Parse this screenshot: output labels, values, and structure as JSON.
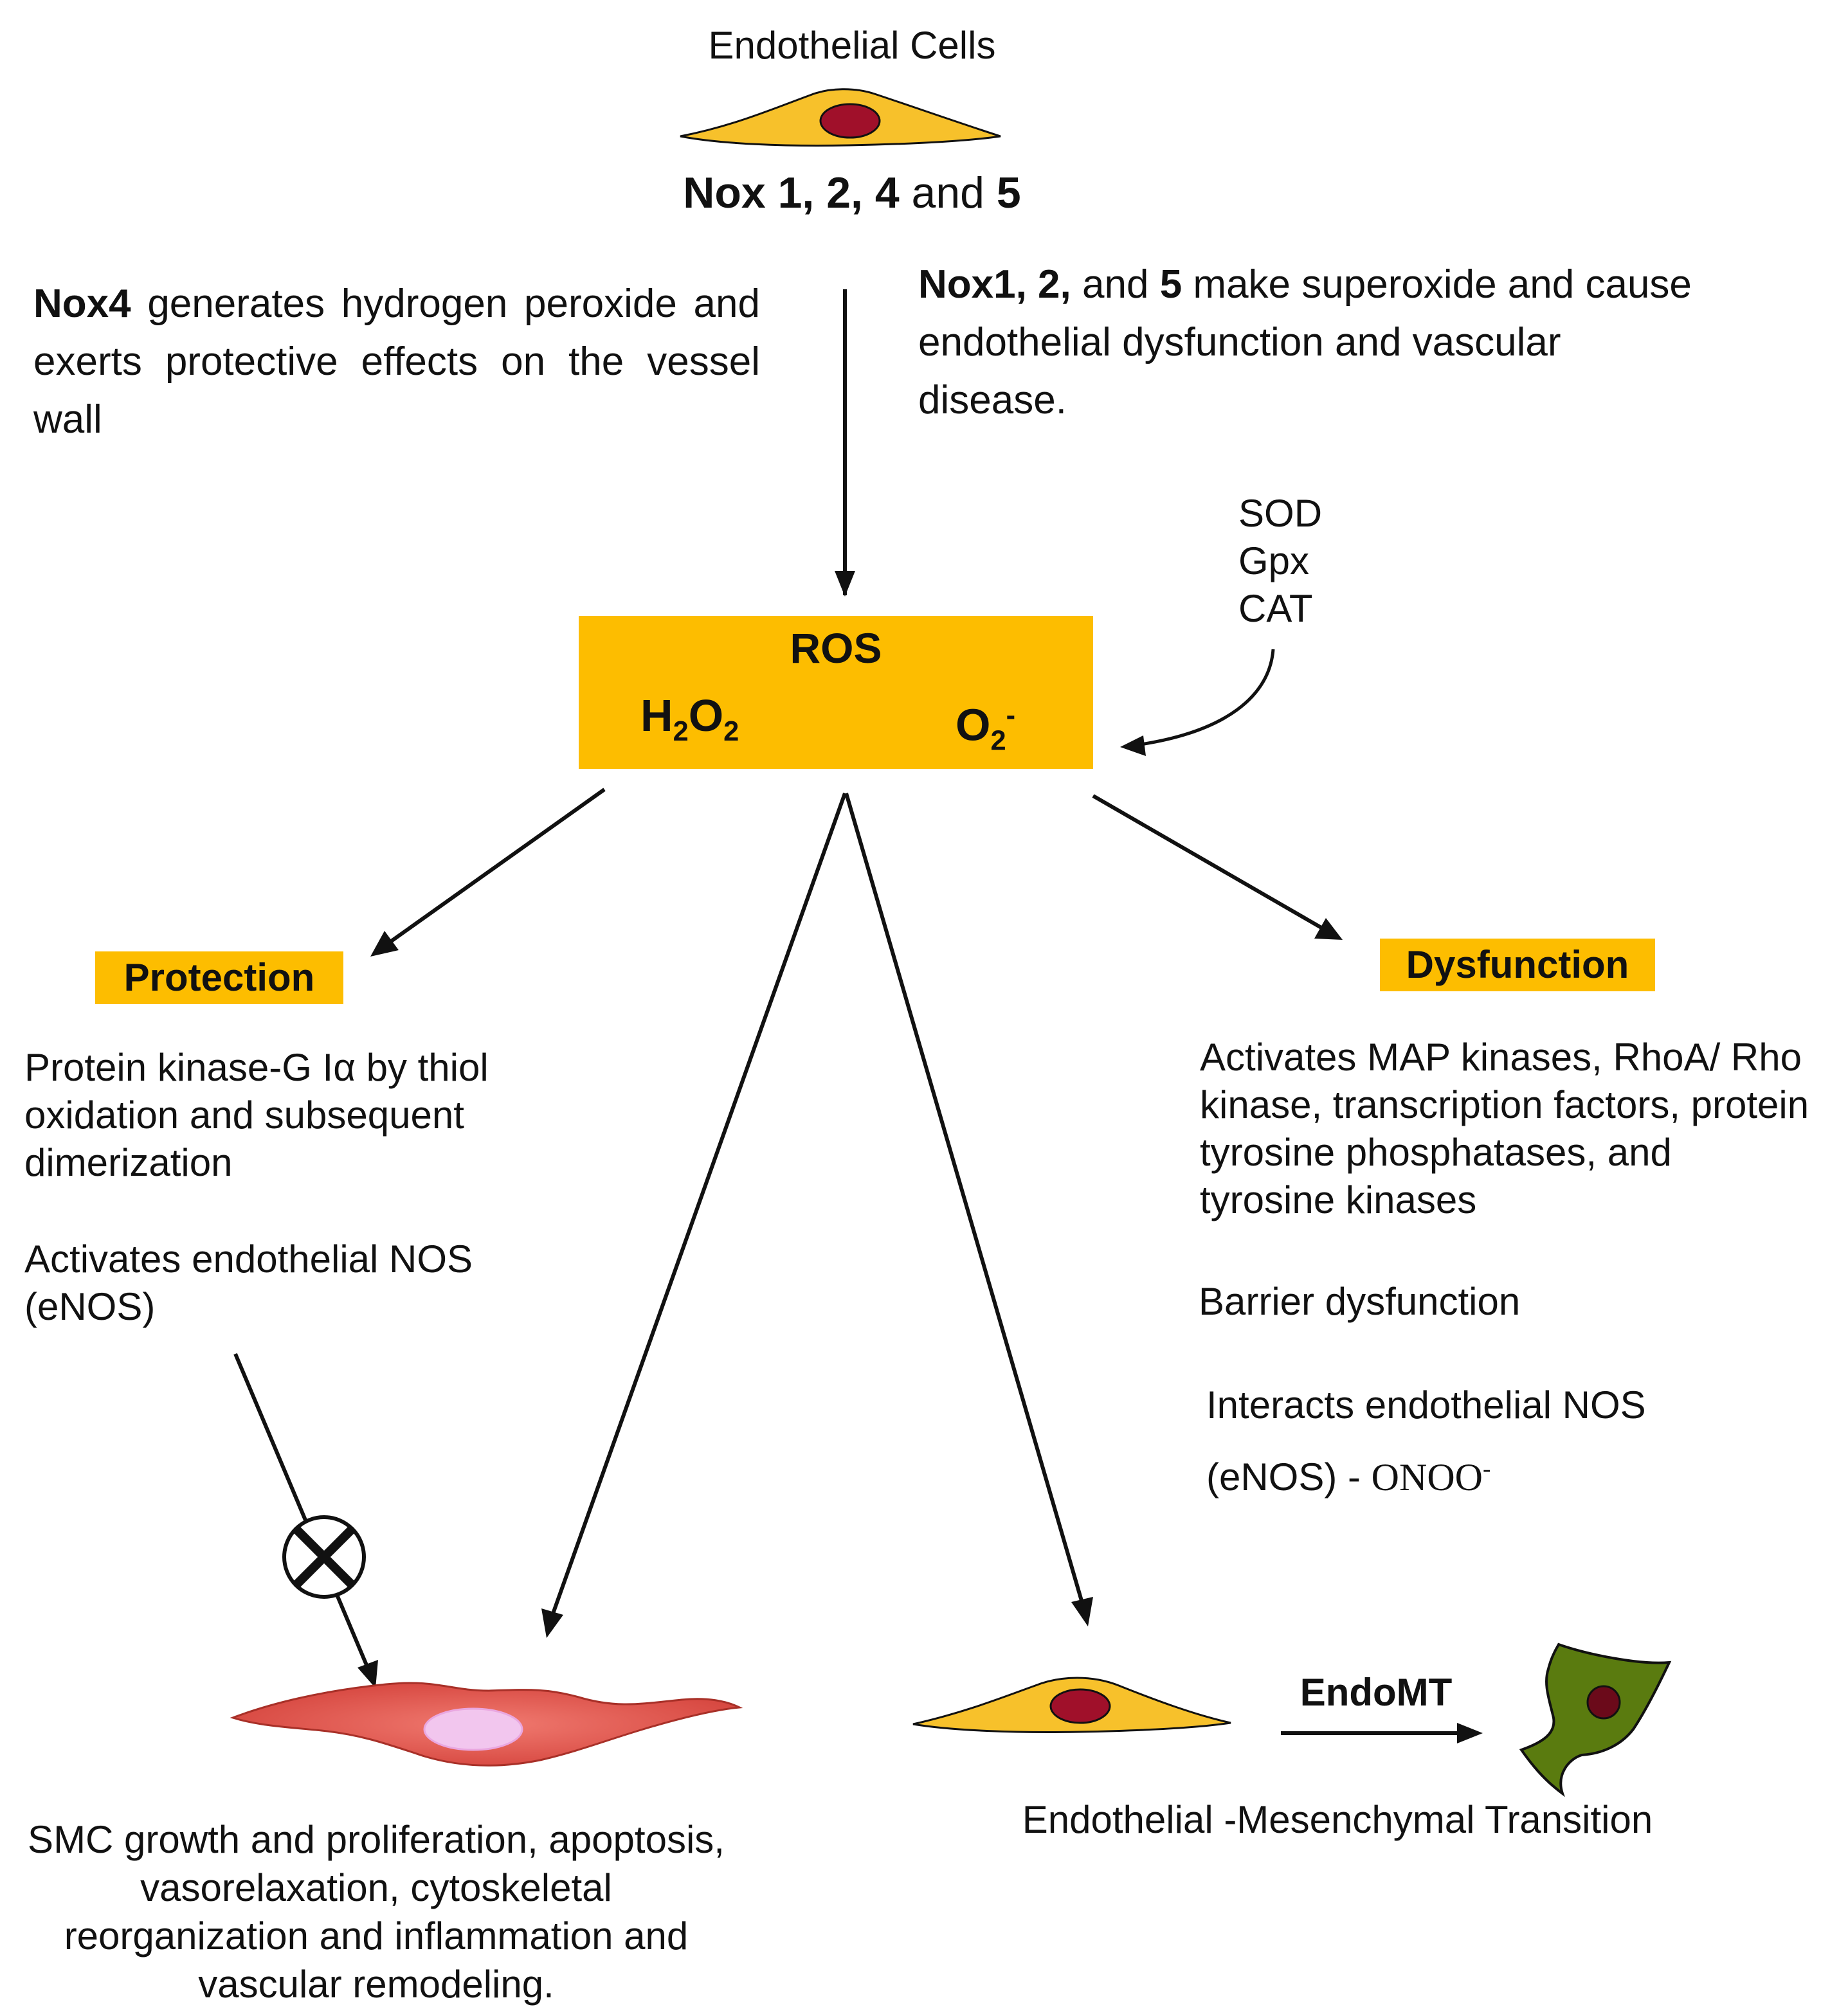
{
  "header": {
    "title": "Endothelial Cells",
    "nox_prefix": "Nox 1, 2, 4",
    "nox_and": "and",
    "nox_suffix": "5"
  },
  "left_note": {
    "bold": "Nox4",
    "text": "generates hydrogen peroxide and exerts protective effects on the vessel wall"
  },
  "right_note": {
    "bold1": "Nox1, 2,",
    "mid": "and",
    "bold2": "5",
    "text": "make superoxide and cause endothelial dysfunction and vascular disease."
  },
  "antioxidants": [
    "SOD",
    "Gpx",
    "CAT"
  ],
  "ros_box": {
    "title": "ROS",
    "h2o2_h": "H",
    "h2o2_sub1": "2",
    "h2o2_o": "O",
    "h2o2_sub2": "2",
    "o2_o": "O",
    "o2_sub": "2",
    "o2_sup": "-"
  },
  "protection": {
    "label": "Protection",
    "line1": "Protein kinase-G Iα by thiol oxidation and subsequent dimerization",
    "line2": "Activates endothelial NOS (eNOS)"
  },
  "dysfunction": {
    "label": "Dysfunction",
    "line1": "Activates MAP kinases, RhoA/ Rho kinase, transcription factors, protein tyrosine phosphatases, and tyrosine kinases",
    "line2": "Barrier dysfunction",
    "line3_a": "Interacts endothelial NOS",
    "line3_b": "(eNOS) - ",
    "line3_onoo": "ONOO",
    "line3_sup": "-"
  },
  "smc_caption": "SMC growth and proliferation, apoptosis, vasorelaxation, cytoskeletal reorganization and inflammation and vascular remodeling.",
  "endomt": {
    "label": "EndoMT",
    "caption": "Endothelial -Mesenchymal Transition"
  },
  "colors": {
    "accent_orange": "#fdbd00",
    "cell_yellow": "#f7c12b",
    "nucleus_red": "#a0102a",
    "smc_red": "#e0514a",
    "smc_nucleus": "#f2c6ee",
    "mesenchymal_green": "#5a7b0f"
  }
}
